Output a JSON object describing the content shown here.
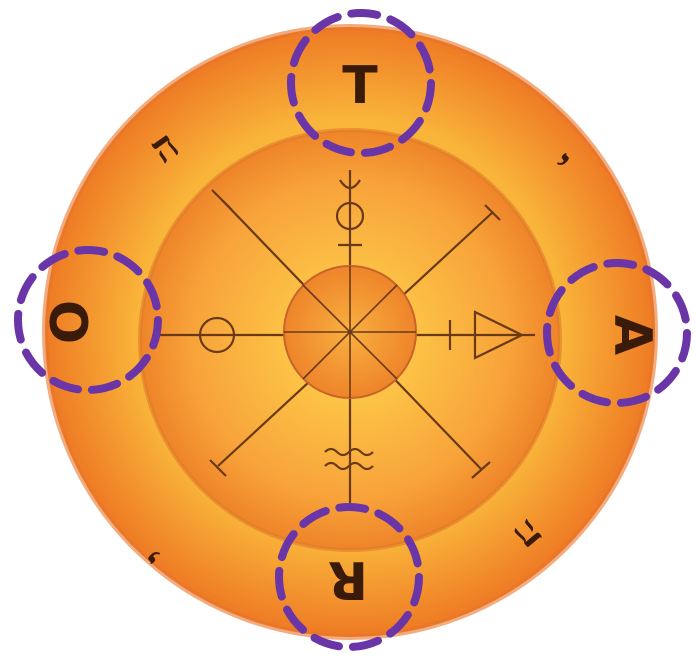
{
  "wheel": {
    "letters": {
      "top": "T",
      "right": "A",
      "bottom": "R",
      "left": "O"
    },
    "hebrew": {
      "top_left": "ה",
      "top_right": "י",
      "bottom_left": "י",
      "bottom_right": "ה"
    },
    "highlight_color": "#6a35a6",
    "outer_ring_color": "#f08a2a",
    "inner_disc_color": "#f6a33a",
    "center_disc_color": "#f5902d"
  }
}
